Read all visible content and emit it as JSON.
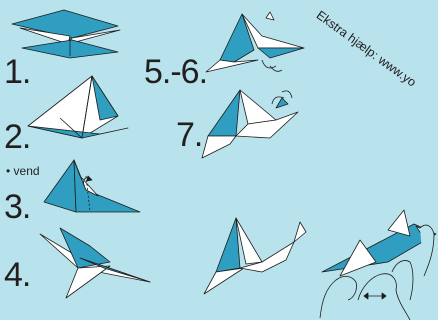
{
  "steps": [
    {
      "label": "1."
    },
    {
      "label": "2."
    },
    {
      "label": "3."
    },
    {
      "label": "4."
    },
    {
      "label": "5.-6."
    },
    {
      "label": "7."
    }
  ],
  "flip_note": "• vend",
  "help_text": "Ekstra hjælp: www.yo",
  "colors": {
    "background": "#b9e3ec",
    "paper_blue": "#2f9ec1",
    "paper_white": "#ffffff",
    "outline": "#1d1d1b"
  }
}
